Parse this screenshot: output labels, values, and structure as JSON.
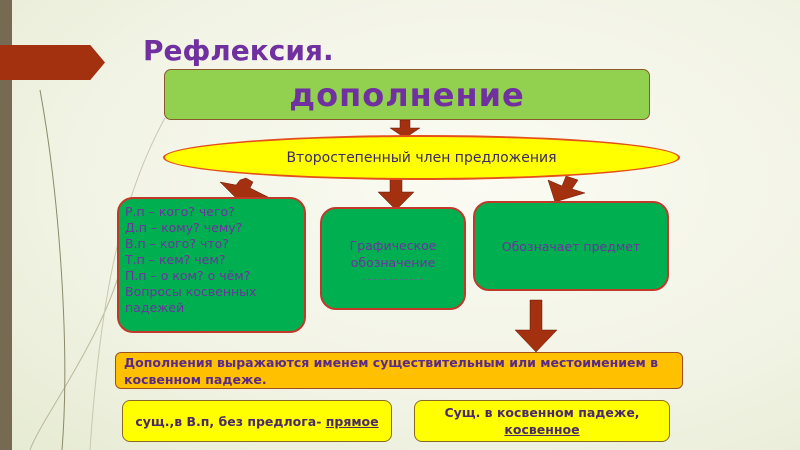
{
  "title": "Рефлексия.",
  "main_concept": "дополнение",
  "definition": "Второстепенный член предложения",
  "cases": [
    "Р.п – кого? чего?",
    "Д.п – кому? чему?",
    "В.п – кого? что?",
    "Т.п – кем? чем?",
    "П.п – о ком? о чём?",
    "Вопросы косвенных падежей"
  ],
  "graphic": "Графическое обозначение",
  "meaning": "Обозначает предмет",
  "expression": "Дополнения выражаются именем существительным или местоимением в косвенном падеже.",
  "direct": {
    "text": "сущ.,в В.п, без предлога- ",
    "type": "прямое"
  },
  "indirect": {
    "text": "Сущ. в косвенном падеже,",
    "type": "косвенное"
  },
  "colors": {
    "title": "#7030a0",
    "main_box": "#92d050",
    "box": "#00b050",
    "ellipse": "#ffff00",
    "arrow": "#a3300f",
    "note": "#ffc000"
  }
}
